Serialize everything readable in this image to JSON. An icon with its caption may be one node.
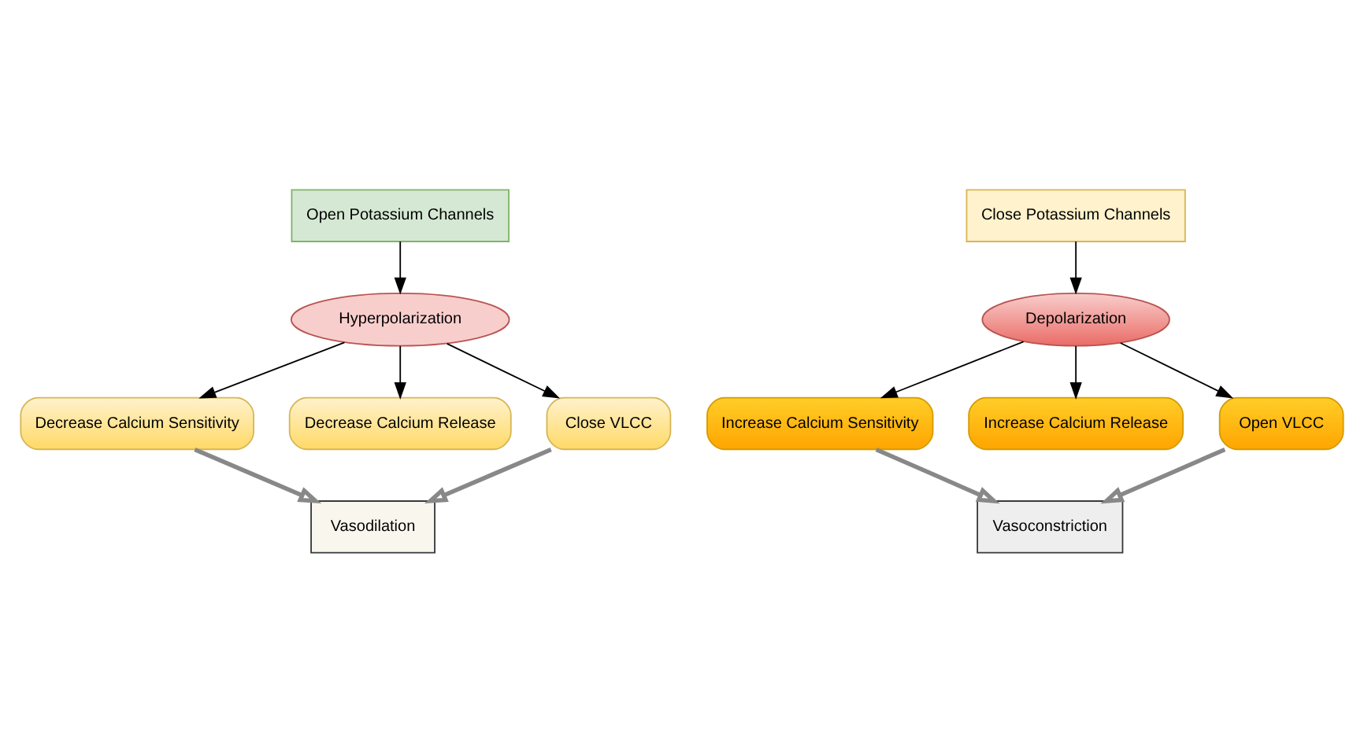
{
  "diagram": {
    "nodes": [
      {
        "text": [
          "Open Potassium Channels"
        ]
      },
      {
        "text": [
          "Hyperpolarization"
        ]
      },
      {
        "text": [
          "Decrease Calcium Sensitivity"
        ]
      },
      {
        "text": [
          "Decrease Calcium Release"
        ]
      },
      {
        "text": [
          "Close VLCC"
        ]
      },
      {
        "text": [
          "Vasodilation"
        ]
      },
      {
        "text": [
          "Close Potassium Channels"
        ]
      },
      {
        "text": [
          "Depolarization"
        ]
      },
      {
        "text": [
          "Increase Calcium Sensitivity"
        ]
      },
      {
        "text": [
          "Increase Calcium Release"
        ]
      },
      {
        "text": [
          "Open VLCC"
        ]
      },
      {
        "text": [
          "Vasoconstriction"
        ]
      }
    ],
    "edges": [
      {
        "from": 0,
        "to": 1,
        "arrow": "to"
      },
      {
        "from": 1,
        "to": 2,
        "arrow": "to"
      },
      {
        "from": 1,
        "to": 3,
        "arrow": "to"
      },
      {
        "from": 1,
        "to": 4,
        "arrow": "to"
      },
      {
        "from": 2,
        "to": 5,
        "arrow": "to",
        "style": "thick",
        "color": "#888888"
      },
      {
        "from": 4,
        "to": 5,
        "arrow": "to",
        "style": "thick",
        "color": "#888888"
      },
      {
        "from": 6,
        "to": 7,
        "arrow": "to"
      },
      {
        "from": 7,
        "to": 8,
        "arrow": "to"
      },
      {
        "from": 7,
        "to": 9,
        "arrow": "to"
      },
      {
        "from": 7,
        "to": 10,
        "arrow": "to"
      },
      {
        "from": 8,
        "to": 11,
        "arrow": "to",
        "style": "thick",
        "color": "#888888"
      },
      {
        "from": 10,
        "to": 11,
        "arrow": "to",
        "style": "thick",
        "color": "#888888"
      }
    ]
  }
}
